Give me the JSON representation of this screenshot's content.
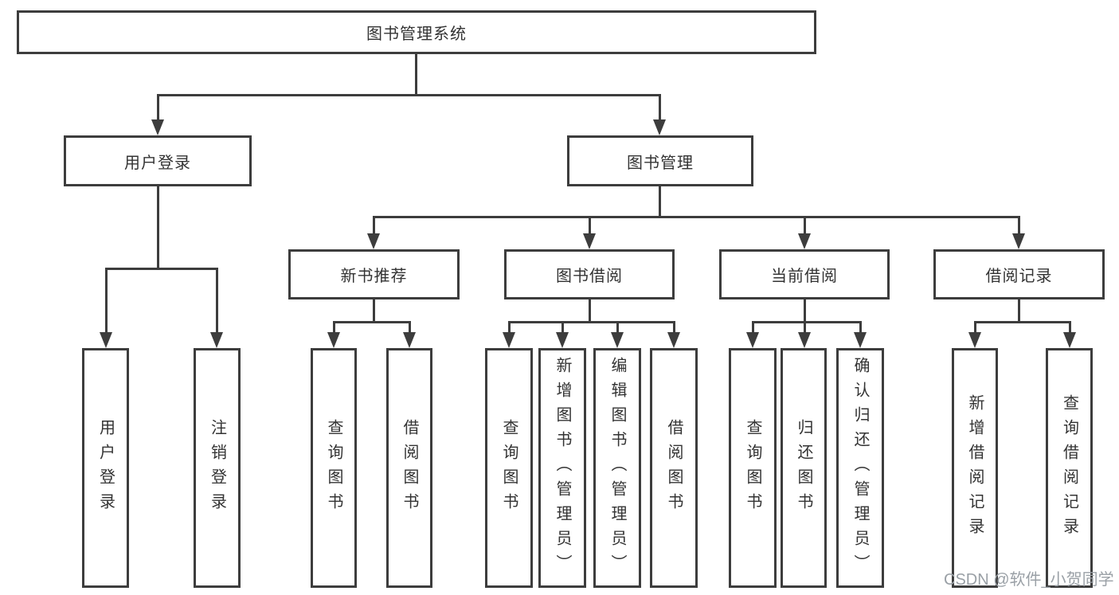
{
  "diagram": {
    "title": "图书管理系统",
    "nodes": {
      "root": "图书管理系统",
      "user_login": "用户登录",
      "book_mgmt": "图书管理",
      "new_book_rec": "新书推荐",
      "book_borrow": "图书借阅",
      "current_borrow": "当前借阅",
      "borrow_records": "借阅记录",
      "leaf_user_login": "用户登录",
      "leaf_logout": "注销登录",
      "leaf_nb_query": "查询图书",
      "leaf_nb_borrow": "借阅图书",
      "leaf_bb_query": "查询图书",
      "leaf_bb_add": "新增图书（管理员）",
      "leaf_bb_edit": "编辑图书（管理员）",
      "leaf_bb_borrow": "借阅图书",
      "leaf_cb_query": "查询图书",
      "leaf_cb_return": "归还图书",
      "leaf_cb_confirm": "确认归还（管理员）",
      "leaf_br_add": "新增借阅记录",
      "leaf_br_query": "查询借阅记录"
    },
    "edges": [
      {
        "from": "图书管理系统",
        "to": [
          "用户登录",
          "图书管理"
        ]
      },
      {
        "from": "用户登录",
        "to": [
          "用户登录",
          "注销登录"
        ]
      },
      {
        "from": "图书管理",
        "to": [
          "新书推荐",
          "图书借阅",
          "当前借阅",
          "借阅记录"
        ]
      },
      {
        "from": "新书推荐",
        "to": [
          "查询图书",
          "借阅图书"
        ]
      },
      {
        "from": "图书借阅",
        "to": [
          "查询图书",
          "新增图书（管理员）",
          "编辑图书（管理员）",
          "借阅图书"
        ]
      },
      {
        "from": "当前借阅",
        "to": [
          "查询图书",
          "归还图书",
          "确认归还（管理员）"
        ]
      },
      {
        "from": "借阅记录",
        "to": [
          "新增借阅记录",
          "查询借阅记录"
        ]
      }
    ]
  },
  "watermark": "CSDN @软件_小贺同学",
  "colors": {
    "line": "#3d3d3d",
    "text": "#333333",
    "watermark": "#9aa0a6",
    "background": "#ffffff"
  }
}
